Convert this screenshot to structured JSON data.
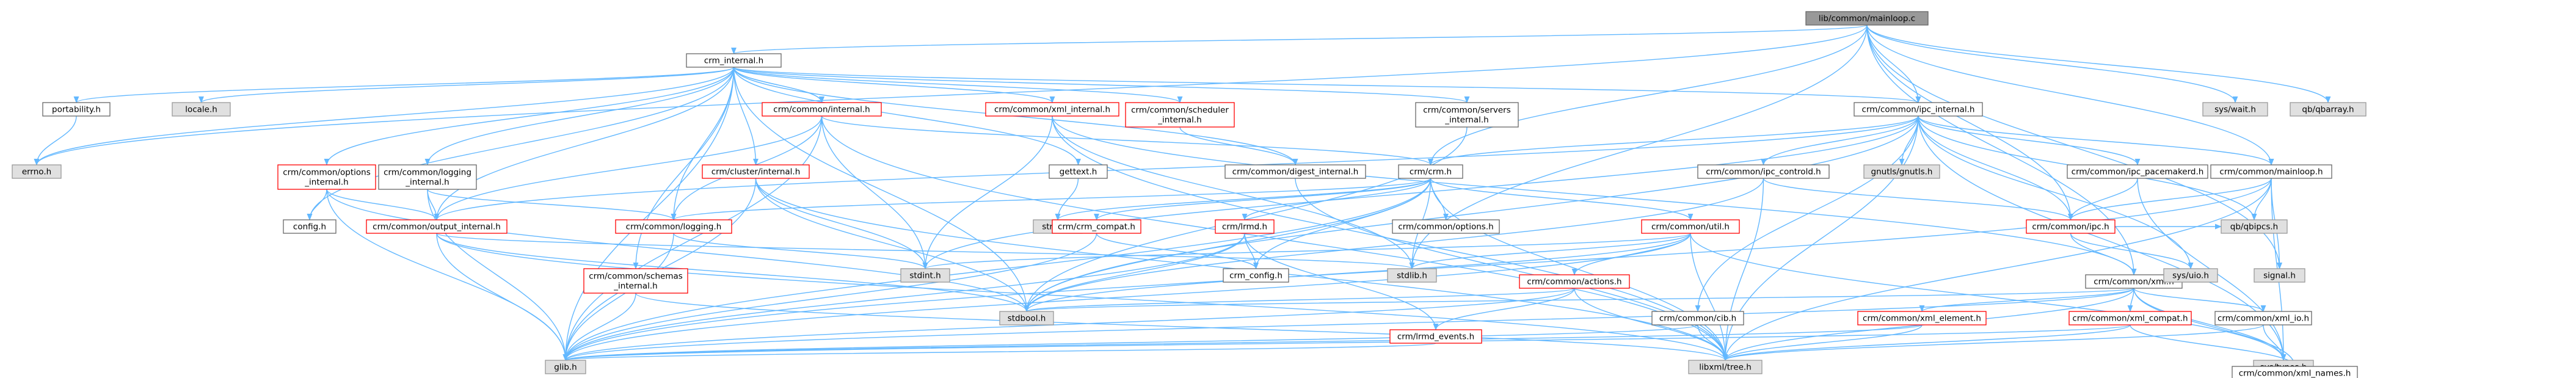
{
  "colors": {
    "edge": "#63b8ff",
    "root_fill": "#999999",
    "root_stroke": "#666666",
    "system_fill": "#e0e0e0",
    "system_stroke": "#999999",
    "linked_fill": "#ffffff",
    "linked_stroke": "#666666",
    "incomplete_stroke": "#ff0000",
    "text": "#000000"
  },
  "nodes": [
    {
      "id": "root",
      "label": [
        "lib/common/mainloop.c"
      ],
      "kind": "root"
    },
    {
      "id": "crm_internal",
      "label": [
        "crm_internal.h"
      ],
      "kind": "linked"
    },
    {
      "id": "ipc_internal",
      "label": [
        "crm/common/ipc_internal.h"
      ],
      "kind": "linked"
    },
    {
      "id": "crm_h",
      "label": [
        "crm/crm.h"
      ],
      "kind": "linked"
    },
    {
      "id": "common_mainloop",
      "label": [
        "crm/common/mainloop.h"
      ],
      "kind": "linked"
    },
    {
      "id": "common_ipc",
      "label": [
        "crm/common/ipc.h"
      ],
      "kind": "incomplete"
    },
    {
      "id": "common_xml",
      "label": [
        "crm/common/xml.h"
      ],
      "kind": "linked"
    },
    {
      "id": "sys_wait",
      "label": [
        "sys/wait.h"
      ],
      "kind": "system"
    },
    {
      "id": "qbarray",
      "label": [
        "qb/qbarray.h"
      ],
      "kind": "system"
    },
    {
      "id": "portability",
      "label": [
        "portability.h"
      ],
      "kind": "linked"
    },
    {
      "id": "errno",
      "label": [
        "errno.h"
      ],
      "kind": "system"
    },
    {
      "id": "locale",
      "label": [
        "locale.h"
      ],
      "kind": "system"
    },
    {
      "id": "common_internal",
      "label": [
        "crm/common/internal.h"
      ],
      "kind": "incomplete"
    },
    {
      "id": "xml_internal",
      "label": [
        "crm/common/xml_internal.h"
      ],
      "kind": "incomplete"
    },
    {
      "id": "scheduler_internal",
      "label": [
        "crm/common/scheduler",
        "_internal.h"
      ],
      "kind": "incomplete"
    },
    {
      "id": "servers_internal",
      "label": [
        "crm/common/servers",
        "_internal.h"
      ],
      "kind": "linked"
    },
    {
      "id": "options_internal",
      "label": [
        "crm/common/options",
        "_internal.h"
      ],
      "kind": "incomplete"
    },
    {
      "id": "logging_internal",
      "label": [
        "crm/common/logging",
        "_internal.h"
      ],
      "kind": "linked"
    },
    {
      "id": "cluster_internal",
      "label": [
        "crm/cluster/internal.h"
      ],
      "kind": "incomplete"
    },
    {
      "id": "gettext",
      "label": [
        "gettext.h"
      ],
      "kind": "linked"
    },
    {
      "id": "digest_internal",
      "label": [
        "crm/common/digest_internal.h"
      ],
      "kind": "linked"
    },
    {
      "id": "ipc_controld",
      "label": [
        "crm/common/ipc_controld.h"
      ],
      "kind": "linked"
    },
    {
      "id": "ipc_pacemakerd",
      "label": [
        "crm/common/ipc_pacemakerd.h"
      ],
      "kind": "linked"
    },
    {
      "id": "gnutls",
      "label": [
        "gnutls/gnutls.h"
      ],
      "kind": "system"
    },
    {
      "id": "config",
      "label": [
        "config.h"
      ],
      "kind": "linked"
    },
    {
      "id": "output_internal",
      "label": [
        "crm/common/output_internal.h"
      ],
      "kind": "incomplete"
    },
    {
      "id": "common_logging",
      "label": [
        "crm/common/logging.h"
      ],
      "kind": "incomplete"
    },
    {
      "id": "schemas_internal",
      "label": [
        "crm/common/schemas",
        "_internal.h"
      ],
      "kind": "incomplete"
    },
    {
      "id": "string_h",
      "label": [
        "string.h"
      ],
      "kind": "system"
    },
    {
      "id": "crm_compat",
      "label": [
        "crm/crm_compat.h"
      ],
      "kind": "incomplete"
    },
    {
      "id": "lrmd",
      "label": [
        "crm/lrmd.h"
      ],
      "kind": "incomplete"
    },
    {
      "id": "common_options",
      "label": [
        "crm/common/options.h"
      ],
      "kind": "linked"
    },
    {
      "id": "common_util",
      "label": [
        "crm/common/util.h"
      ],
      "kind": "incomplete"
    },
    {
      "id": "qbipcs",
      "label": [
        "qb/qbipcs.h"
      ],
      "kind": "system"
    },
    {
      "id": "stdint",
      "label": [
        "stdint.h"
      ],
      "kind": "system"
    },
    {
      "id": "crm_config",
      "label": [
        "crm_config.h"
      ],
      "kind": "linked"
    },
    {
      "id": "stdlib",
      "label": [
        "stdlib.h"
      ],
      "kind": "system"
    },
    {
      "id": "common_actions",
      "label": [
        "crm/common/actions.h"
      ],
      "kind": "incomplete"
    },
    {
      "id": "sys_uio",
      "label": [
        "sys/uio.h"
      ],
      "kind": "system"
    },
    {
      "id": "signal_h",
      "label": [
        "signal.h"
      ],
      "kind": "system"
    },
    {
      "id": "stdbool",
      "label": [
        "stdbool.h"
      ],
      "kind": "system"
    },
    {
      "id": "lrmd_events",
      "label": [
        "crm/lrmd_events.h"
      ],
      "kind": "incomplete"
    },
    {
      "id": "common_cib",
      "label": [
        "crm/common/cib.h"
      ],
      "kind": "linked"
    },
    {
      "id": "xml_element",
      "label": [
        "crm/common/xml_element.h"
      ],
      "kind": "incomplete"
    },
    {
      "id": "xml_compat",
      "label": [
        "crm/common/xml_compat.h"
      ],
      "kind": "incomplete"
    },
    {
      "id": "xml_io",
      "label": [
        "crm/common/xml_io.h"
      ],
      "kind": "linked"
    },
    {
      "id": "glib",
      "label": [
        "glib.h"
      ],
      "kind": "system"
    },
    {
      "id": "libxml_tree",
      "label": [
        "libxml/tree.h"
      ],
      "kind": "system"
    },
    {
      "id": "sys_types",
      "label": [
        "sys/types.h"
      ],
      "kind": "system"
    },
    {
      "id": "xml_names",
      "label": [
        "crm/common/xml_names.h"
      ],
      "kind": "linked"
    }
  ]
}
